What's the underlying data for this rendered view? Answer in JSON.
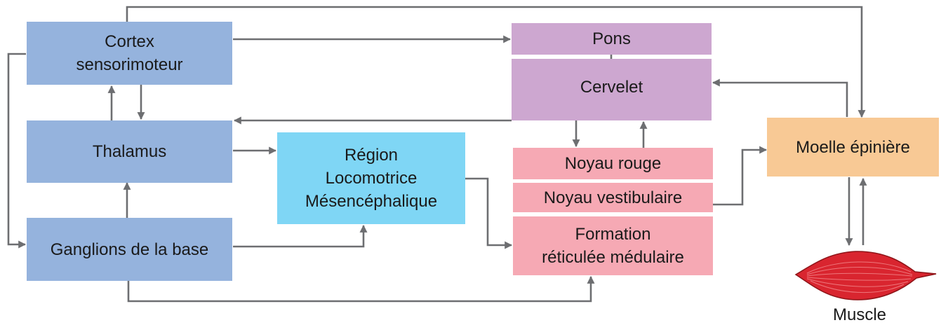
{
  "nodes": {
    "cortex": {
      "lines": [
        "Cortex",
        "sensorimoteur"
      ]
    },
    "thalamus": {
      "lines": [
        "Thalamus"
      ]
    },
    "ganglions": {
      "lines": [
        "Ganglions de la base"
      ]
    },
    "region": {
      "lines": [
        "Région",
        "Locomotrice",
        "Mésencéphalique"
      ]
    },
    "pons": {
      "lines": [
        "Pons"
      ]
    },
    "cervelet": {
      "lines": [
        "Cervelet"
      ]
    },
    "noyau_rouge": {
      "lines": [
        "Noyau rouge"
      ]
    },
    "noyau_vestibulaire": {
      "lines": [
        "Noyau vestibulaire"
      ]
    },
    "formation": {
      "lines": [
        "Formation",
        "réticulée médulaire"
      ]
    },
    "moelle": {
      "lines": [
        "Moelle épinière"
      ]
    },
    "muscle": {
      "label": "Muscle"
    }
  },
  "colors": {
    "cortical_blue": "#95b3dd",
    "region_cyan": "#7fd6f5",
    "cerebellum_purple": "#cda7d0",
    "brainstem_pink": "#f6a9b4",
    "spinal_orange": "#f8c995",
    "arrow_gray": "#6d6e71",
    "muscle_red": "#d9252f"
  },
  "icons": {
    "muscle": "muscle-icon"
  }
}
